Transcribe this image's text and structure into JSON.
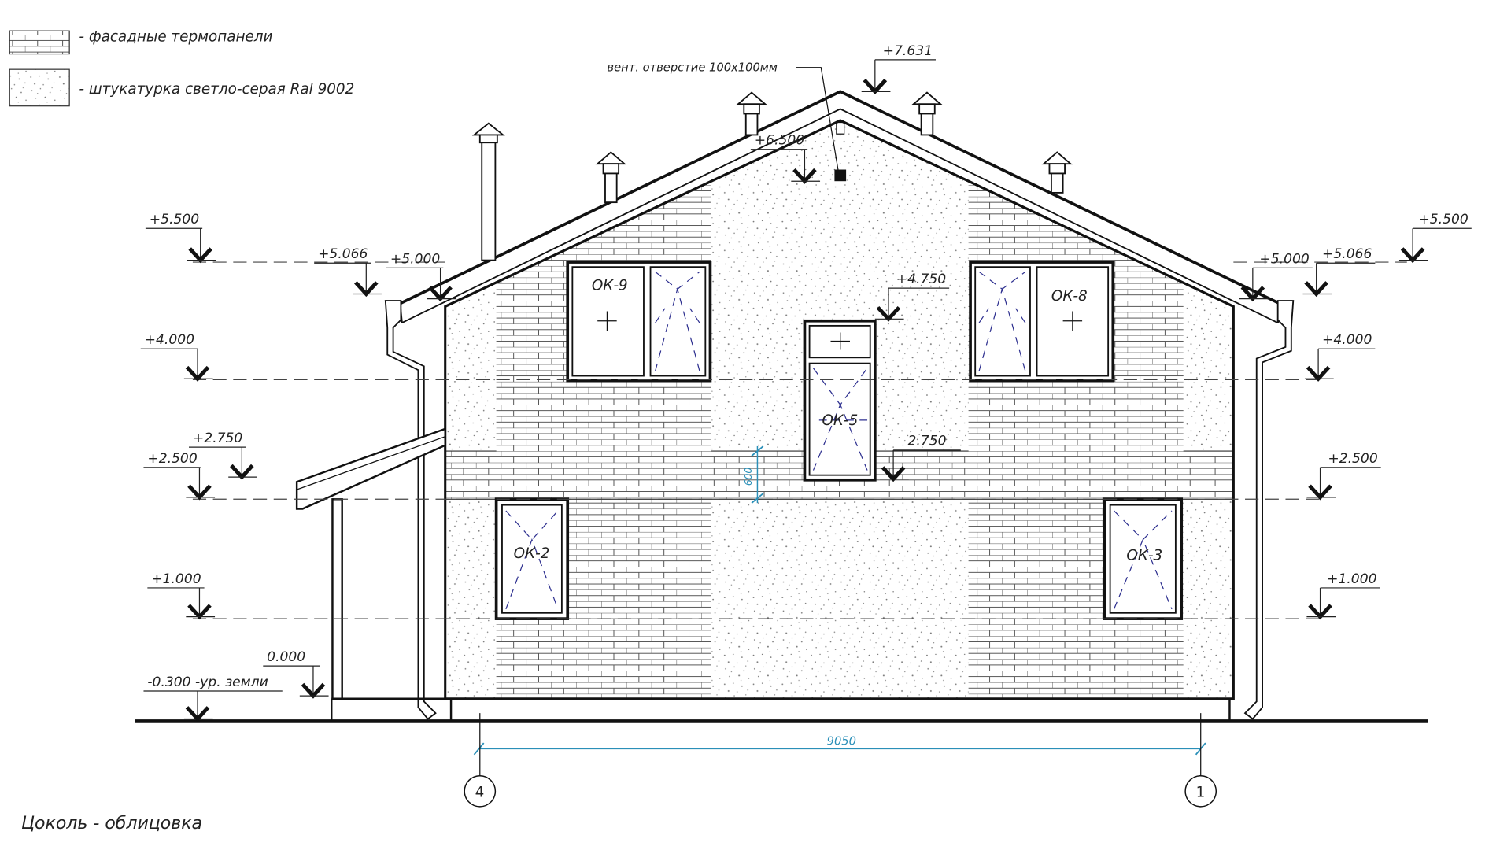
{
  "legend": {
    "brick_label": "- фасадные термопанели",
    "plaster_label": "- штукатурка светло-серая Ral 9002"
  },
  "vent_note": "вент. отверстие 100х100мм",
  "level_marks": [
    {
      "label": "+5.500"
    },
    {
      "label": "+5.066"
    },
    {
      "label": "+5.000"
    },
    {
      "label": "+4.000"
    },
    {
      "label": "+2.750"
    },
    {
      "label": "+2.500"
    },
    {
      "label": "+1.000"
    },
    {
      "label": "0.000"
    },
    {
      "label": "-0.300 -ур. земли"
    },
    {
      "label": "+5.500"
    },
    {
      "label": "+5.066"
    },
    {
      "label": "+5.000"
    },
    {
      "label": "+4.000"
    },
    {
      "label": "+2.500"
    },
    {
      "label": "+1.000"
    },
    {
      "label": "+7.631"
    },
    {
      "label": "+6.500"
    },
    {
      "label": "+4.750"
    },
    {
      "label": "2.750"
    }
  ],
  "windows": {
    "ok9": "ОК-9",
    "ok8": "ОК-8",
    "ok5": "ОК-5",
    "ok2": "ОК-2",
    "ok3": "ОК-3"
  },
  "dimensions": {
    "overall": "9050",
    "band": "600"
  },
  "axes": {
    "left": "4",
    "right": "1"
  },
  "footer_caption": "Цоколь - облицовка",
  "colors": {
    "dimension": "#2a8fb8",
    "window_marks": "#2d2f8f",
    "line": "#111111"
  }
}
